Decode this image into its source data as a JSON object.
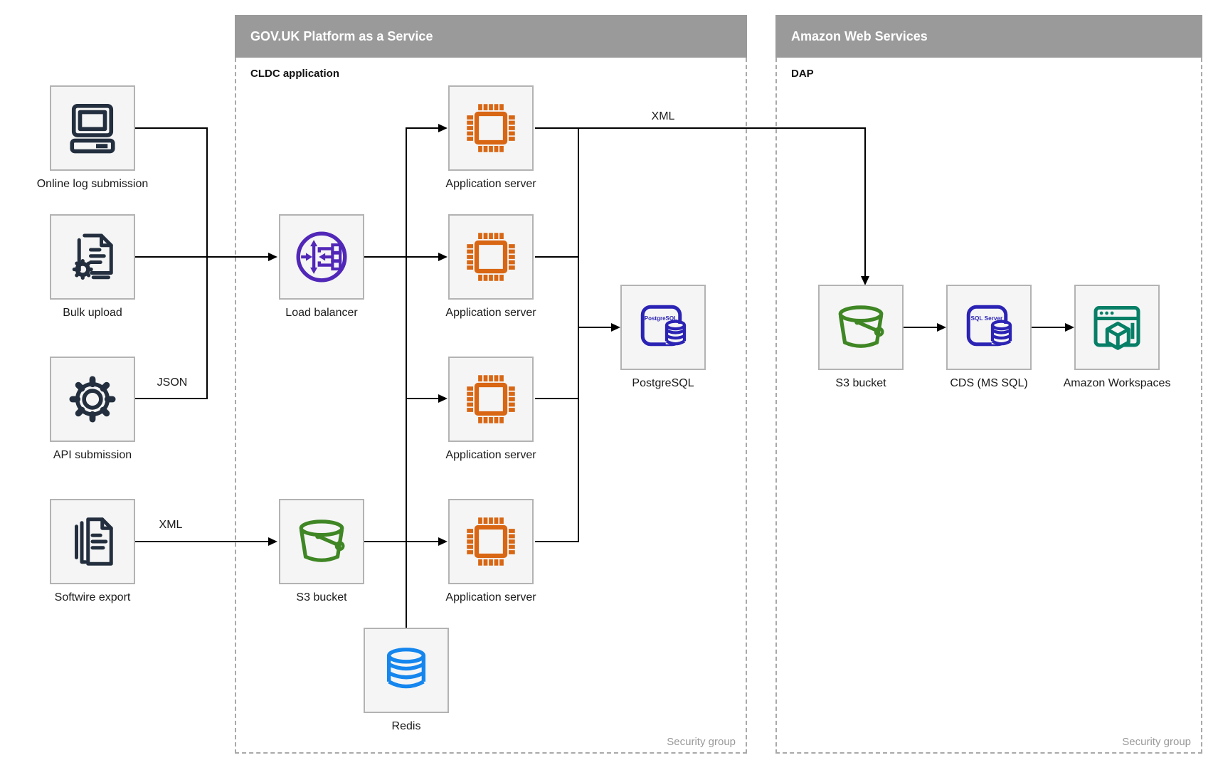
{
  "paas": {
    "title": "GOV.UK Platform as a Service",
    "sublabel": "CLDC application",
    "security_label": "Security group"
  },
  "aws": {
    "title": "Amazon Web Services",
    "sublabel": "DAP",
    "security_label": "Security group"
  },
  "nodes": {
    "online_log": {
      "label": "Online log submission",
      "icon": "computer-icon"
    },
    "bulk_upload": {
      "label": "Bulk upload",
      "icon": "document-gear-icon"
    },
    "api_submission": {
      "label": "API submission",
      "icon": "gear-icon"
    },
    "softwire_export": {
      "label": "Softwire export",
      "icon": "documents-stack-icon"
    },
    "load_balancer": {
      "label": "Load balancer",
      "icon": "load-balancer-icon"
    },
    "s3_paas": {
      "label": "S3 bucket",
      "icon": "bucket-icon"
    },
    "app_server_1": {
      "label": "Application server",
      "icon": "chip-icon"
    },
    "app_server_2": {
      "label": "Application server",
      "icon": "chip-icon"
    },
    "app_server_3": {
      "label": "Application server",
      "icon": "chip-icon"
    },
    "app_server_4": {
      "label": "Application server",
      "icon": "chip-icon"
    },
    "postgresql": {
      "label": "PostgreSQL",
      "icon": "postgresql-icon",
      "badge": "PostgreSQL"
    },
    "redis": {
      "label": "Redis",
      "icon": "database-icon"
    },
    "s3_aws": {
      "label": "S3 bucket",
      "icon": "bucket-icon"
    },
    "cds": {
      "label": "CDS (MS SQL)",
      "icon": "sql-server-icon",
      "badge": "SQL Server"
    },
    "workspaces": {
      "label": "Amazon Workspaces",
      "icon": "workspaces-icon"
    }
  },
  "edge_labels": {
    "json_api": "JSON",
    "xml_softwire": "XML",
    "xml_feed": "XML"
  },
  "colors": {
    "header_bg": "#9A9A9A",
    "header_text": "#FFFFFF",
    "navy": "#232F3E",
    "orange": "#D86613",
    "purple": "#5127B8",
    "green": "#3F8624",
    "indigo": "#2B23B4",
    "blue": "#1586EE",
    "teal": "#067F66",
    "line": "#000000",
    "muted_text": "#999999"
  }
}
